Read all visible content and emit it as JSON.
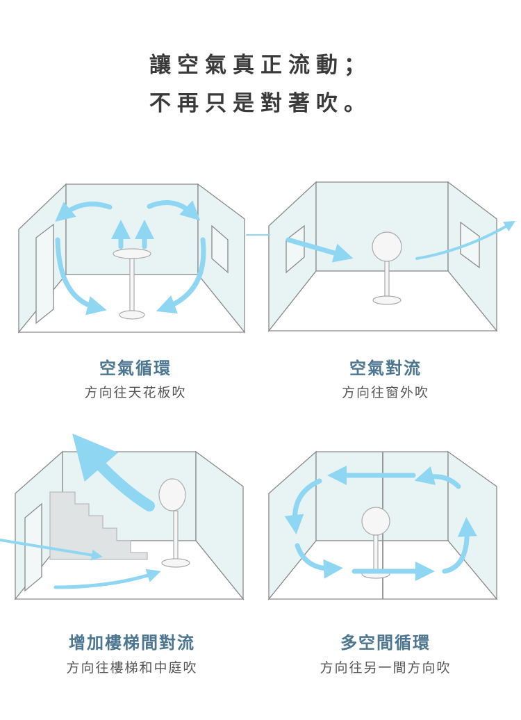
{
  "headline": {
    "line1": "讓空氣真正流動；",
    "line2": "不再只是對著吹。"
  },
  "panels": [
    {
      "title": "空氣循環",
      "subtitle": "方向往天花板吹"
    },
    {
      "title": "空氣對流",
      "subtitle": "方向往窗外吹"
    },
    {
      "title": "增加樓梯間對流",
      "subtitle": "方向往樓梯和中庭吹"
    },
    {
      "title": "多空間循環",
      "subtitle": "方向往另一間方向吹"
    }
  ],
  "colors": {
    "arrow": "#8fd6f2",
    "title": "#4b7590",
    "wall": "#e6f3f2"
  }
}
